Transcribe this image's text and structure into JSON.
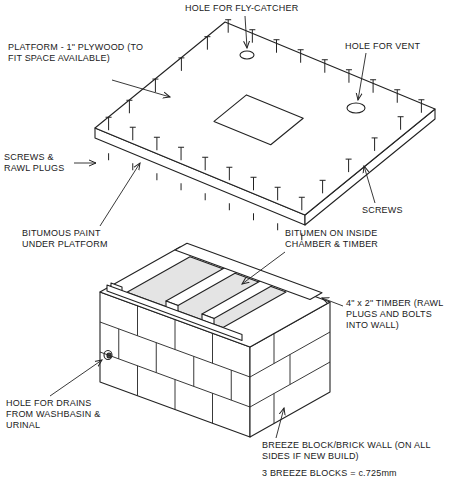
{
  "diagram": {
    "labels": [
      "HOLE FOR FLY-CATCHER",
      "HOLE FOR VENT",
      "PLATFORM - 1\" PLYWOOD (TO FIT SPACE AVAILABLE)",
      "SCREWS",
      "SCREWS & RAWL PLUGS",
      "BITUMOUS PAINT UNDER PLATFORM",
      "BITUMEN ON INSIDE CHAMBER & TIMBER",
      "4\" x 2\" TIMBER (RAWL PLUGS AND BOLTS INTO WALL)",
      "HOLE FOR DRAINS FROM WASHBASIN & URINAL",
      "BREEZE BLOCK/BRICK WALL (ON ALL SIDES IF NEW BUILD)",
      "3 BREEZE BLOCKS = c.725mm"
    ]
  }
}
